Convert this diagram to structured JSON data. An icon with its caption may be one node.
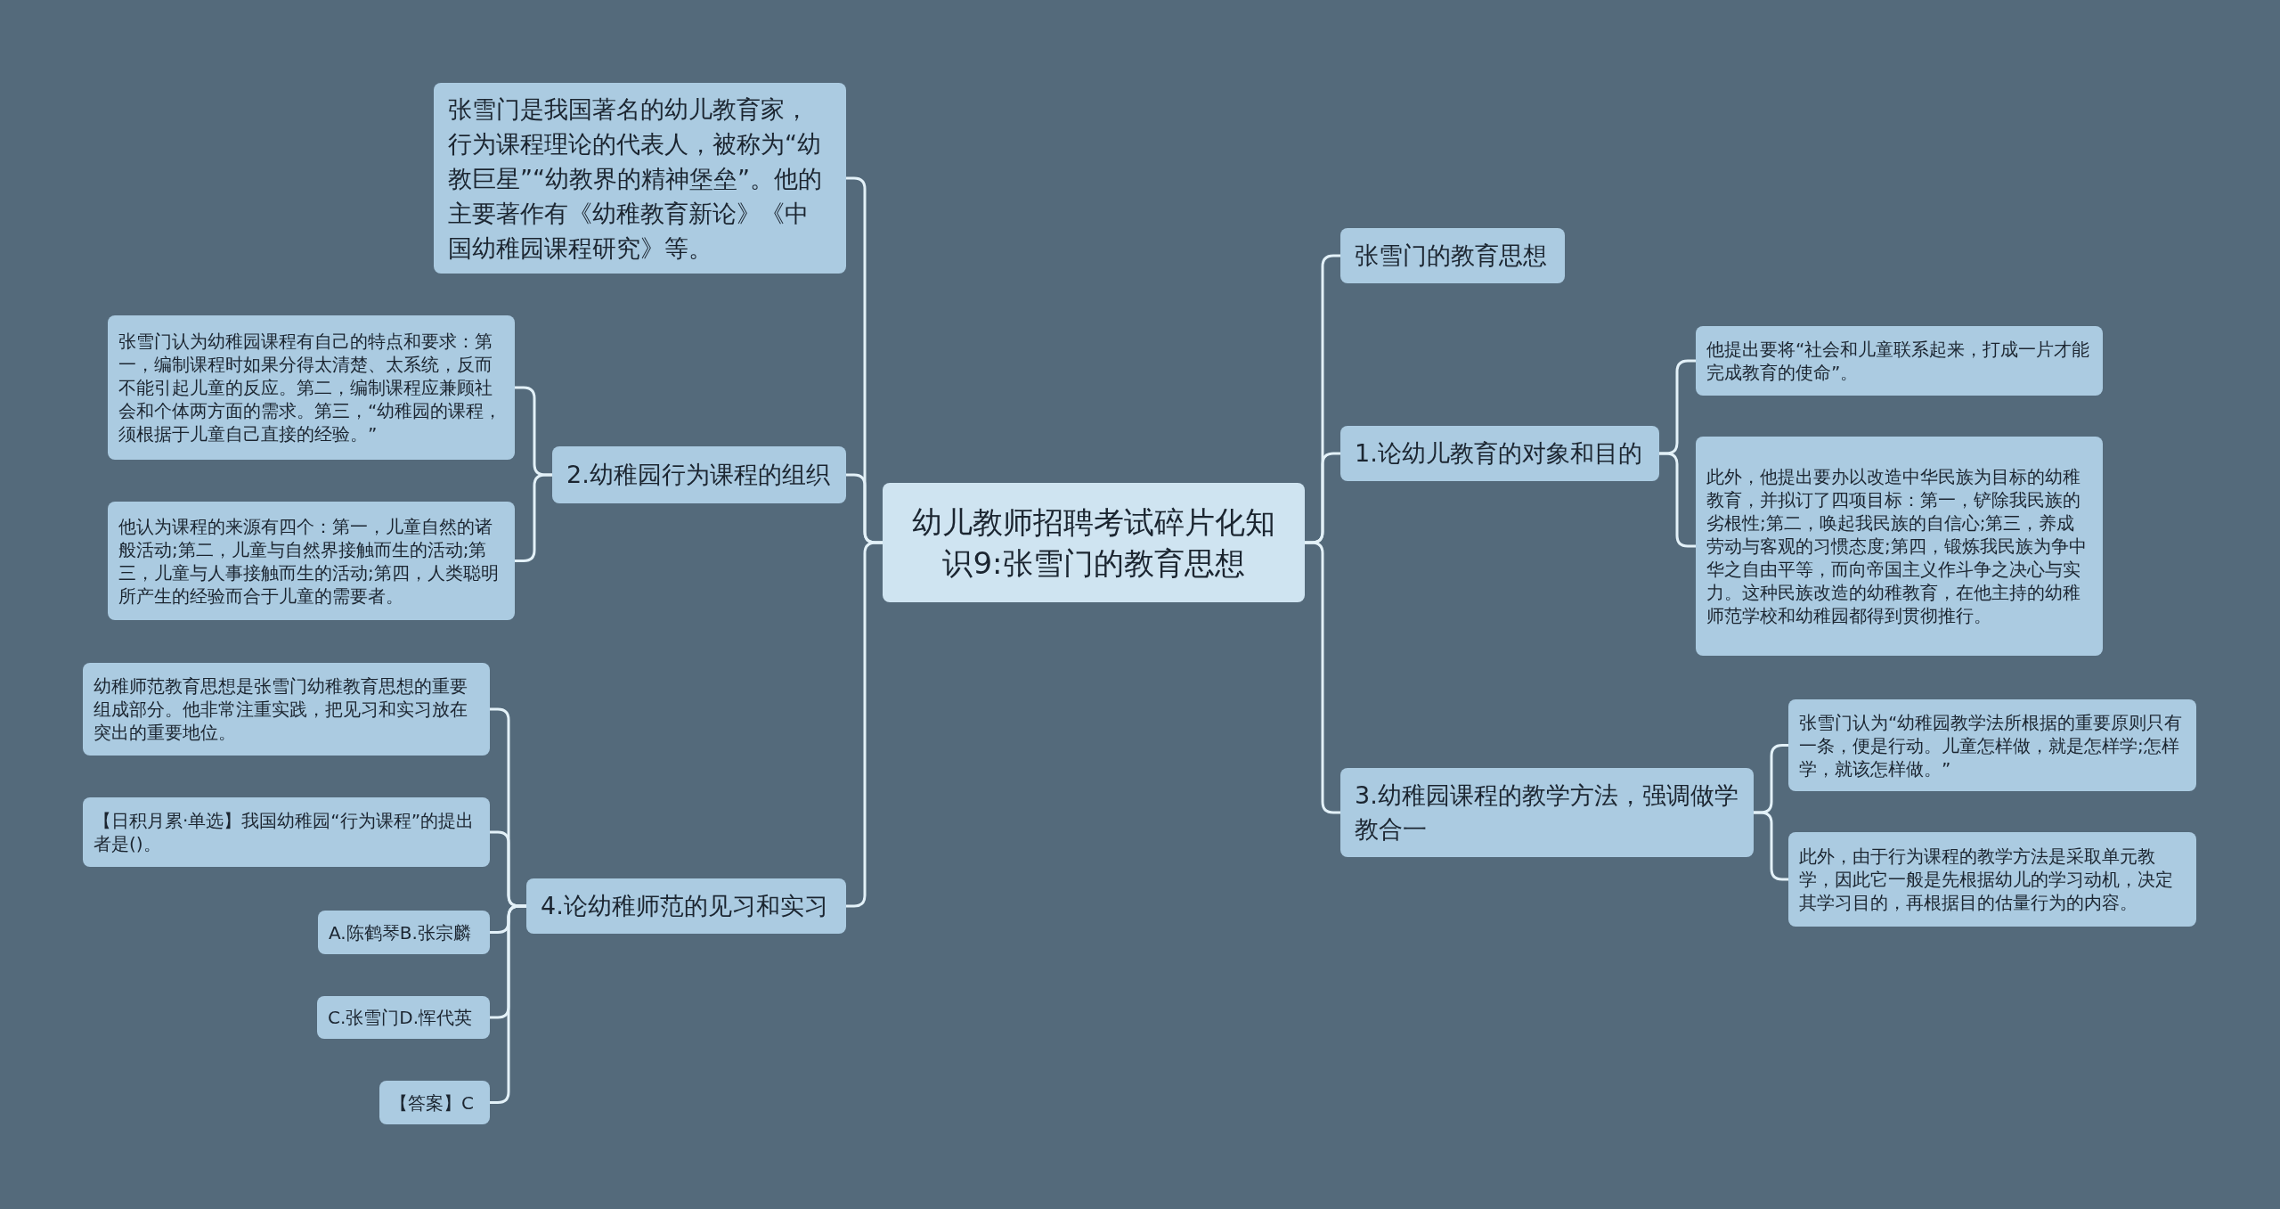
{
  "diagram": {
    "nodes": [
      {
        "text": [
          "幼儿教师招聘考试碎片化知识9:张雪门的教育思想"
        ]
      },
      {
        "text": [
          "张雪门是我国著名的幼儿教育家，行为课程理论的代表人，被称为“幼教巨星”“幼教界的精神堡垒”。他的主要著作有《幼稚教育新论》《中国幼稚园课程研究》等。"
        ]
      },
      {
        "text": [
          "2.幼稚园行为课程的组织"
        ]
      },
      {
        "text": [
          "张雪门认为幼稚园课程有自己的特点和要求：第一，编制课程时如果分得太清楚、太系统，反而不能引起儿童的反应。第二，编制课程应兼顾社会和个体两方面的需求。第三，“幼稚园的课程，须根据于儿童自己直接的经验。”"
        ]
      },
      {
        "text": [
          "他认为课程的来源有四个：第一，儿童自然的诸般活动;第二，儿童与自然界接触而生的活动;第三，儿童与人事接触而生的活动;第四，人类聪明所产生的经验而合于儿童的需要者。"
        ]
      },
      {
        "text": [
          "4.论幼稚师范的见习和实习"
        ]
      },
      {
        "text": [
          "幼稚师范教育思想是张雪门幼稚教育思想的重要组成部分。他非常注重实践，把见习和实习放在突出的重要地位。"
        ]
      },
      {
        "text": [
          "【日积月累·单选】我国幼稚园“行为课程”的提出者是()。"
        ]
      },
      {
        "text": [
          "A.陈鹤琴B.张宗麟"
        ]
      },
      {
        "text": [
          "C.张雪门D.恽代英"
        ]
      },
      {
        "text": [
          "【答案】C"
        ]
      },
      {
        "text": [
          "张雪门的教育思想"
        ]
      },
      {
        "text": [
          "1.论幼儿教育的对象和目的"
        ]
      },
      {
        "text": [
          "他提出要将“社会和儿童联系起来，打成一片才能完成教育的使命”。"
        ]
      },
      {
        "text": [
          "此外，他提出要办以改造中华民族为目标的幼稚教育，并拟订了四项目标：第一，铲除我民族的劣根性;第二，唤起我民族的自信心;第三，养成劳动与客观的习惯态度;第四，锻炼我民族为争中华之自由平等，而向帝国主义作斗争之决心与实力。这种民族改造的幼稚教育，在他主持的幼稚师范学校和幼稚园都得到贯彻推行。"
        ]
      },
      {
        "text": [
          "3.幼稚园课程的教学方法，强调做学教合一"
        ]
      },
      {
        "text": [
          "张雪门认为“幼稚园教学法所根据的重要原则只有一条，便是行动。儿童怎样做，就是怎样学;怎样学，就该怎样做。”"
        ]
      },
      {
        "text": [
          "此外，由于行为课程的教学方法是采取单元教学，因此它一般是先根据幼儿的学习动机，决定其学习目的，再根据目的估量行为的内容。"
        ]
      }
    ],
    "edges": [
      {
        "from": 0,
        "to": 1,
        "arrow": "none"
      },
      {
        "from": 0,
        "to": 2,
        "arrow": "none"
      },
      {
        "from": 2,
        "to": 3,
        "arrow": "none"
      },
      {
        "from": 2,
        "to": 4,
        "arrow": "none"
      },
      {
        "from": 0,
        "to": 5,
        "arrow": "none"
      },
      {
        "from": 5,
        "to": 6,
        "arrow": "none"
      },
      {
        "from": 5,
        "to": 7,
        "arrow": "none"
      },
      {
        "from": 5,
        "to": 8,
        "arrow": "none"
      },
      {
        "from": 5,
        "to": 9,
        "arrow": "none"
      },
      {
        "from": 5,
        "to": 10,
        "arrow": "none"
      },
      {
        "from": 0,
        "to": 11,
        "arrow": "none"
      },
      {
        "from": 0,
        "to": 12,
        "arrow": "none"
      },
      {
        "from": 12,
        "to": 13,
        "arrow": "none"
      },
      {
        "from": 12,
        "to": 14,
        "arrow": "none"
      },
      {
        "from": 0,
        "to": 15,
        "arrow": "none"
      },
      {
        "from": 15,
        "to": 16,
        "arrow": "none"
      },
      {
        "from": 15,
        "to": 17,
        "arrow": "none"
      }
    ]
  }
}
